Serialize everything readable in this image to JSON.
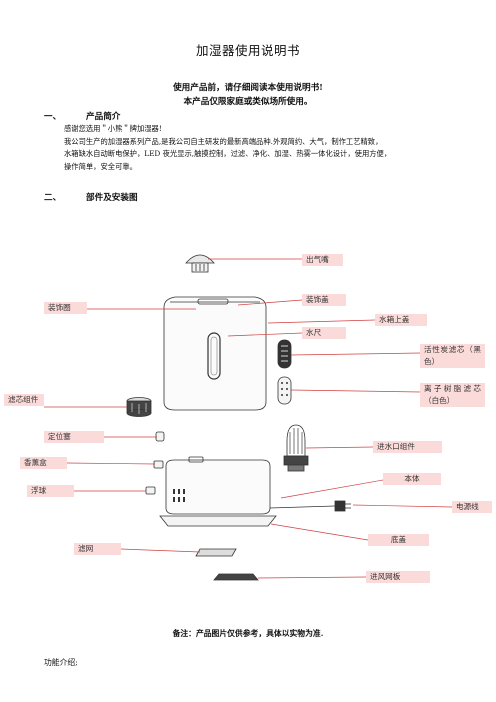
{
  "document": {
    "title": "加湿器使用说明书",
    "subtitle1": "使用产品前，请仔细阅读本使用说明书!",
    "subtitle2": "本产品仅限家庭或类似场所使用。",
    "sections": [
      {
        "number": "一、",
        "heading": "产品简介",
        "paragraphs": [
          "感谢您选用＂小熊＂牌加湿器!",
          "我公司生产的加湿器系列产品,是我公司自主研发的最新高端品种.外观简约、大气，制作工艺精致，",
          "水箱缺水自动断电保护，LED 夜光显示,触摸控制，过滤、净化、加湿、热雾一体化设计，使用方便，",
          "操作简单，安全可靠。"
        ]
      },
      {
        "number": "二、",
        "heading": "部件及安装图"
      }
    ],
    "note": "备注：产品图片仅供参考，具体以实物为准.",
    "footer": "功能介绍;"
  },
  "diagram_labels": {
    "outlet_nozzle": "出气嘴",
    "decor_ring": "装饰圈",
    "decor_cover": "装饰盖",
    "tank_top_cover": "水箱上盖",
    "water_gauge": "水尺",
    "activated_carbon_filter": "活性炭滤芯（黑色）",
    "ion_resin_filter": "离子树脂滤芯（白色）",
    "filter_assembly": "滤芯组件",
    "positioning_plug": "定位塞",
    "inlet_assembly": "进水口组件",
    "aroma_box": "香薰盒",
    "main_body": "本体",
    "float": "浮球",
    "power_cord": "电源线",
    "base_cover": "底盖",
    "filter_mesh": "滤网",
    "intake_grille": "进风网板"
  },
  "colors": {
    "label_bg": "#fbdada",
    "leader_line": "#d04040",
    "drawing_stroke": "#333333"
  }
}
